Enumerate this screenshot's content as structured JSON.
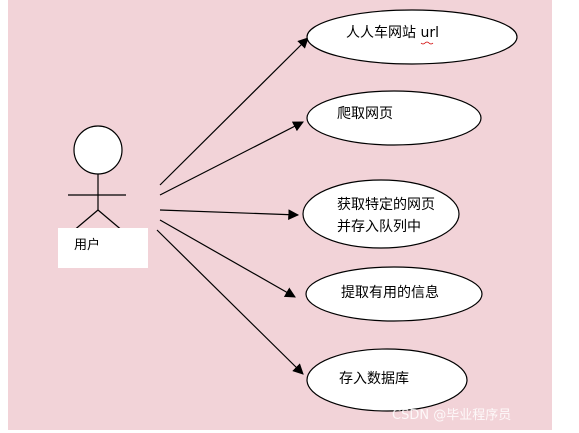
{
  "colors": {
    "background": "#f2d3d8",
    "stroke": "#000000",
    "fill": "#ffffff",
    "watermark": "#ffffff"
  },
  "actor": {
    "label": "用户"
  },
  "use_cases": [
    {
      "id": "uc1",
      "lines": [
        "人人车网站 url"
      ]
    },
    {
      "id": "uc2",
      "lines": [
        "爬取网页"
      ]
    },
    {
      "id": "uc3",
      "lines": [
        "获取特定的网页",
        "并存入队列中"
      ]
    },
    {
      "id": "uc4",
      "lines": [
        "提取有用的信息"
      ]
    },
    {
      "id": "uc5",
      "lines": [
        "存入数据库"
      ]
    }
  ],
  "watermark": "CSDN @毕业程序员"
}
